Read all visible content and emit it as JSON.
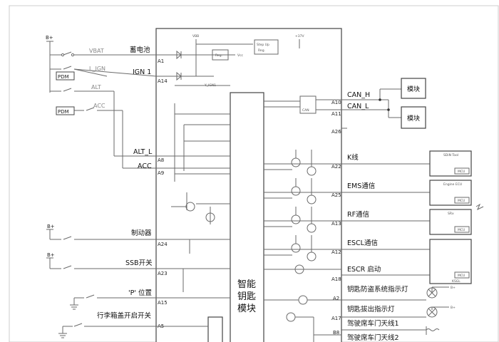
{
  "supply": {
    "bplus": "B+"
  },
  "module": {
    "line1": "智能",
    "line2": "钥匙",
    "line3": "模块"
  },
  "left": {
    "battery": "蓄电池",
    "ign1": "IGN 1",
    "alt_l": "ALT_L",
    "acc": "ACC",
    "brake": "制动器",
    "ssb": "SSB开关",
    "p_pos": "'P' 位置",
    "trunk": "行李箱盖开启开关"
  },
  "left_wires": {
    "vbat": "VBAT",
    "l_ign": "L_IGN",
    "alt": "ALT",
    "acc_w": "ACC"
  },
  "pdm": {
    "label1": "PDM",
    "label2": "PDM"
  },
  "pins": {
    "a1": "A1",
    "a14": "A14",
    "a8": "A8",
    "a9": "A9",
    "a24": "A24",
    "a23": "A23",
    "a15": "A15",
    "a5": "A5",
    "a10": "A10",
    "a11": "A11",
    "a26": "A26",
    "a22": "A22",
    "a25": "A25",
    "a13": "A13",
    "a12": "A12",
    "a18": "A18",
    "a2": "A2",
    "a17": "A17",
    "b8": "B8"
  },
  "right": {
    "can_h": "CAN_H",
    "can_l": "CAN_L",
    "k_line": "K线",
    "ems": "EMS通信",
    "rf": "RF通信",
    "escl": "ESCL通信",
    "escr": "ESCR 启动",
    "immo_lamp": "钥匙防盗系统指示灯",
    "key_lamp": "钥匙拔出指示灯",
    "ant1": "驾驶席车门天线1",
    "ant2": "驾驶席车门天线2"
  },
  "modules": {
    "m1": "模块",
    "m2": "模块"
  },
  "internal": {
    "vbb": "VBB",
    "reg": "Reg.",
    "vcc": "Vcc",
    "stepup1": "Step Up",
    "stepup2": "Reg.",
    "v37": "+37V",
    "v_ign1": "Y_IGN1",
    "can": "CAN"
  },
  "ecus": {
    "tool": "SDiN Tool",
    "ecu": "Engine ECU",
    "srx": "SRx",
    "mcu": "MCU",
    "ksgl": "KSGL"
  },
  "colors": {
    "wire": "#6a6a6a",
    "frame": "#cccccc"
  }
}
